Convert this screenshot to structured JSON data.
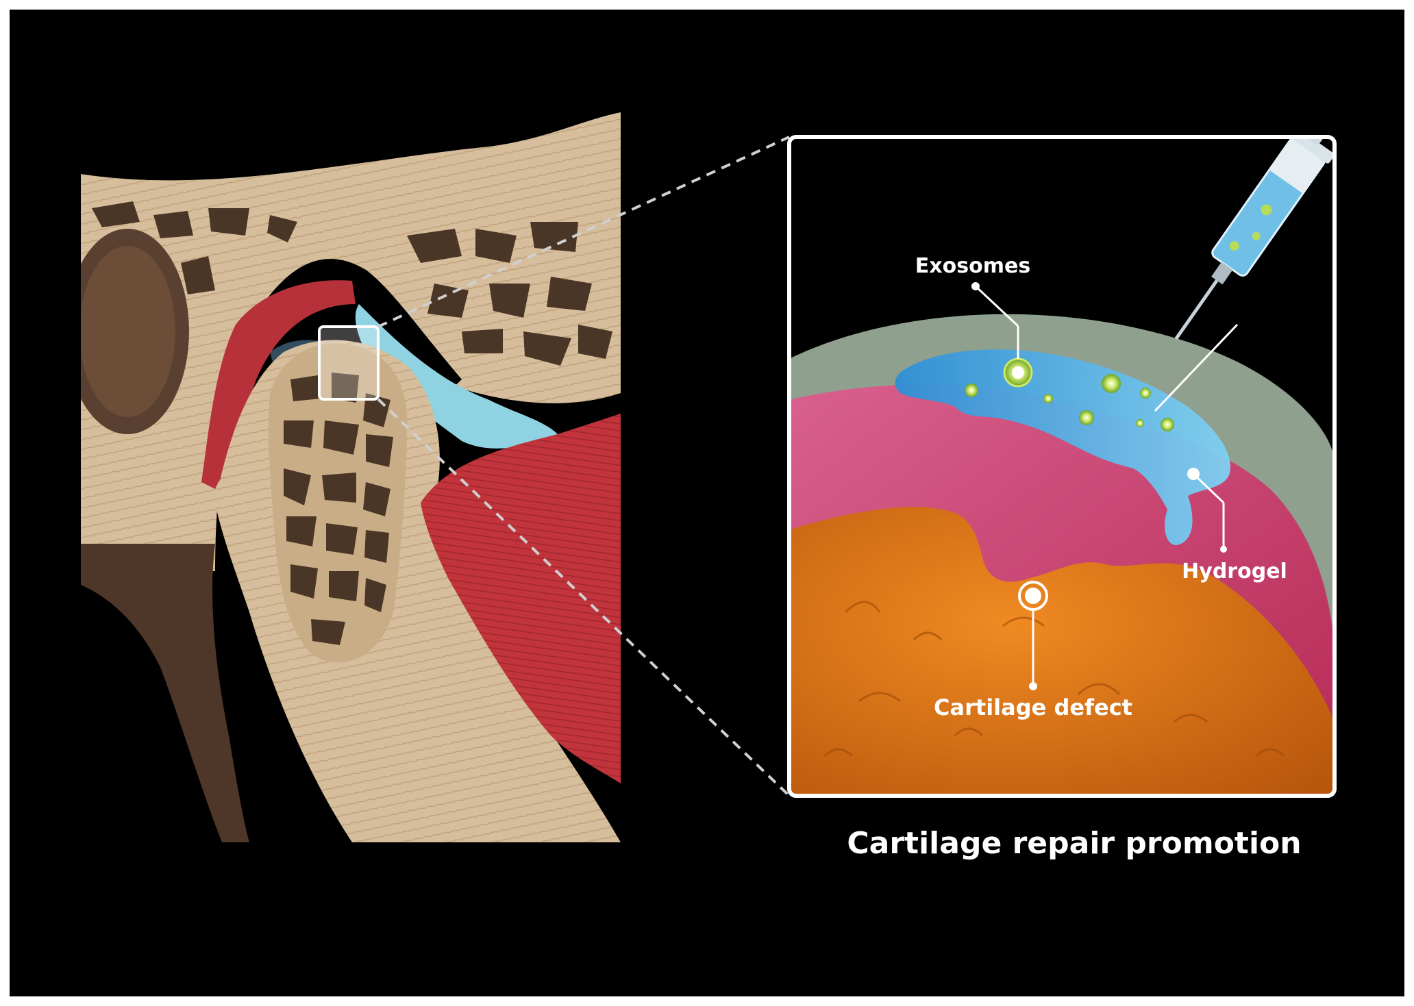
{
  "labels": {
    "exosomes": "Exosomes",
    "hydrogel": "Hydrogel",
    "cartilage_defect": "Cartilage defect"
  },
  "caption": "Cartilage repair promotion",
  "colors": {
    "background": "#000000",
    "bone": "#d9c1a0",
    "trabecular": "#4a3626",
    "muscle": "#c8363e",
    "disc": "#8fd3e3",
    "hydrogel": "#3aa6e0",
    "cartilage": "#c33d6e",
    "subchondral": "#e07818",
    "membrane": "#8fa08e"
  },
  "icons": [
    "syringe-icon",
    "magnifier-box-icon"
  ]
}
